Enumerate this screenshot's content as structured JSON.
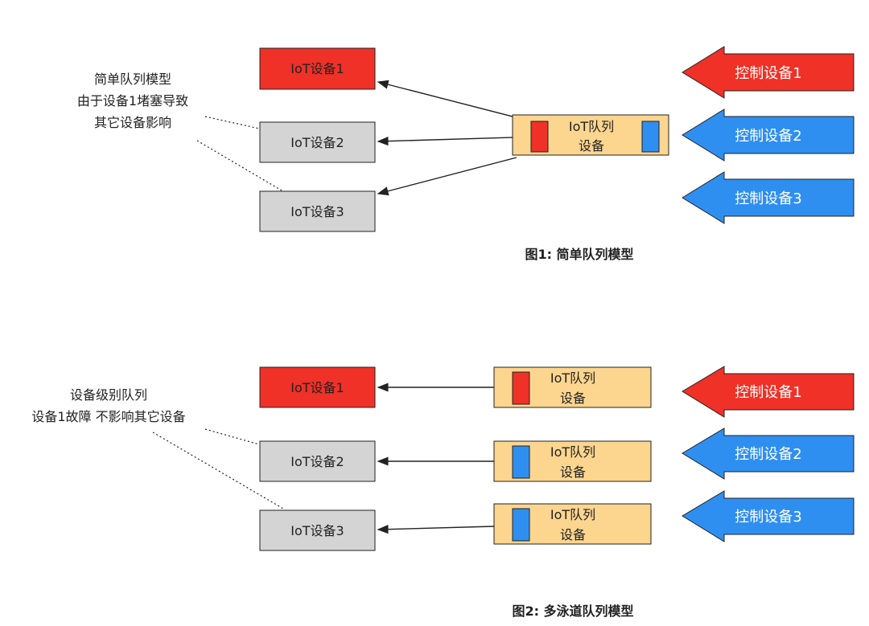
{
  "colors": {
    "red": "#ef3127",
    "blue": "#2f8ff0",
    "gray": "#d4d4d4",
    "queue": "#fcd58f",
    "stroke": "#222222"
  },
  "fig1": {
    "iot_devices": [
      "IoT设备1",
      "IoT设备2",
      "IoT设备3"
    ],
    "queue_label_line1": "IoT队列",
    "queue_label_line2": "设备",
    "controllers": [
      "控制设备1",
      "控制设备2",
      "控制设备3"
    ],
    "note_lines": [
      "简单队列模型",
      "由于设备1堵塞导致",
      "其它设备影响"
    ],
    "caption": "图1: 简单队列模型"
  },
  "fig2": {
    "iot_devices": [
      "IoT设备1",
      "IoT设备2",
      "IoT设备3"
    ],
    "queue_label_line1": "IoT队列",
    "queue_label_line2": "设备",
    "controllers": [
      "控制设备1",
      "控制设备2",
      "控制设备3"
    ],
    "note_lines": [
      "设备级别队列",
      "设备1故障 不影响其它设备"
    ],
    "caption": "图2: 多泳道队列模型"
  }
}
